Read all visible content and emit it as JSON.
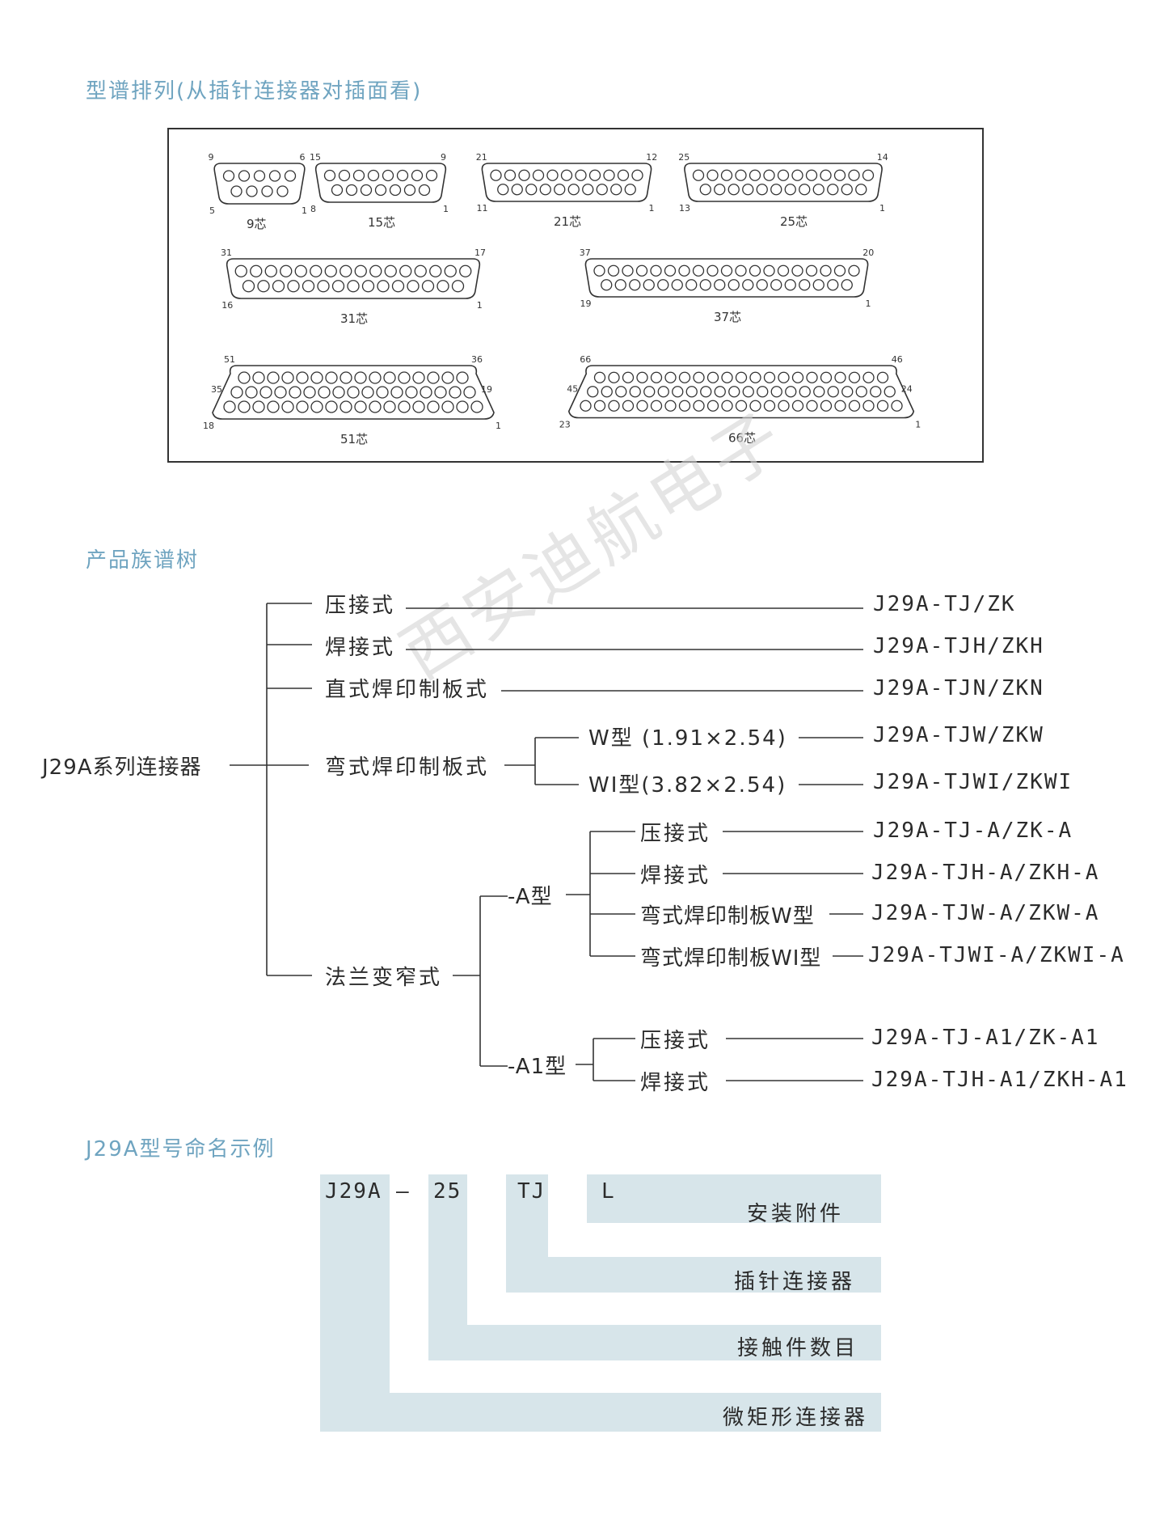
{
  "sections": {
    "lineup_title": "型谱排列(从插针连接器对插面看)",
    "tree_title": "产品族谱树",
    "example_title": "J29A型号命名示例"
  },
  "connectors": [
    {
      "name": "9芯",
      "tl": "9",
      "tr": "6",
      "bl": "5",
      "br": "1",
      "top_count": 5,
      "bottom_count": 4
    },
    {
      "name": "15芯",
      "tl": "15",
      "tr": "9",
      "bl": "8",
      "br": "1",
      "top_count": 8,
      "bottom_count": 7
    },
    {
      "name": "21芯",
      "tl": "21",
      "tr": "12",
      "bl": "11",
      "br": "1",
      "top_count": 11,
      "bottom_count": 10
    },
    {
      "name": "25芯",
      "tl": "25",
      "tr": "14",
      "bl": "13",
      "br": "1",
      "top_count": 13,
      "bottom_count": 12
    },
    {
      "name": "31芯",
      "tl": "31",
      "tr": "17",
      "bl": "16",
      "br": "1",
      "top_count": 16,
      "bottom_count": 15
    },
    {
      "name": "37芯",
      "tl": "37",
      "tr": "20",
      "bl": "19",
      "br": "1",
      "top_count": 19,
      "bottom_count": 18
    },
    {
      "name": "51芯",
      "tl": "51",
      "tr": "36",
      "ml": "35",
      "mr": "19",
      "bl": "18",
      "br": "1",
      "top_count": 16,
      "mid_count": 17,
      "bottom_count": 18
    },
    {
      "name": "66芯",
      "tl": "66",
      "tr": "46",
      "ml": "45",
      "mr": "24",
      "bl": "23",
      "br": "1",
      "top_count": 21,
      "mid_count": 22,
      "bottom_count": 23
    }
  ],
  "watermark": "西安迪航电子",
  "tree": {
    "root": "J29A系列连接器",
    "branches": [
      {
        "label": "压接式",
        "code": "J29A-TJ/ZK"
      },
      {
        "label": "焊接式",
        "code": "J29A-TJH/ZKH"
      },
      {
        "label": "直式焊印制板式",
        "code": "J29A-TJN/ZKN"
      },
      {
        "label": "弯式焊印制板式",
        "subs": [
          {
            "label": "W型 (1.91×2.54)",
            "code": "J29A-TJW/ZKW"
          },
          {
            "label": "WI型(3.82×2.54)",
            "code": "J29A-TJWI/ZKWI"
          }
        ]
      },
      {
        "label": "法兰变窄式",
        "subs": [
          {
            "label": "-A型",
            "subs": [
              {
                "label": "压接式",
                "code": "J29A-TJ-A/ZK-A"
              },
              {
                "label": "焊接式",
                "code": "J29A-TJH-A/ZKH-A"
              },
              {
                "label": "弯式焊印制板W型",
                "code": "J29A-TJW-A/ZKW-A"
              },
              {
                "label": "弯式焊印制板WI型",
                "code": "J29A-TJWI-A/ZKWI-A"
              }
            ]
          },
          {
            "label": "-A1型",
            "subs": [
              {
                "label": "压接式",
                "code": "J29A-TJ-A1/ZK-A1"
              },
              {
                "label": "焊接式",
                "code": "J29A-TJH-A1/ZKH-A1"
              }
            ]
          }
        ]
      }
    ]
  },
  "example": {
    "codes": [
      "J29A",
      "—",
      "25",
      "TJ",
      "L"
    ],
    "labels": [
      "安装附件",
      "插针连接器",
      "接触件数目",
      "微矩形连接器"
    ]
  }
}
